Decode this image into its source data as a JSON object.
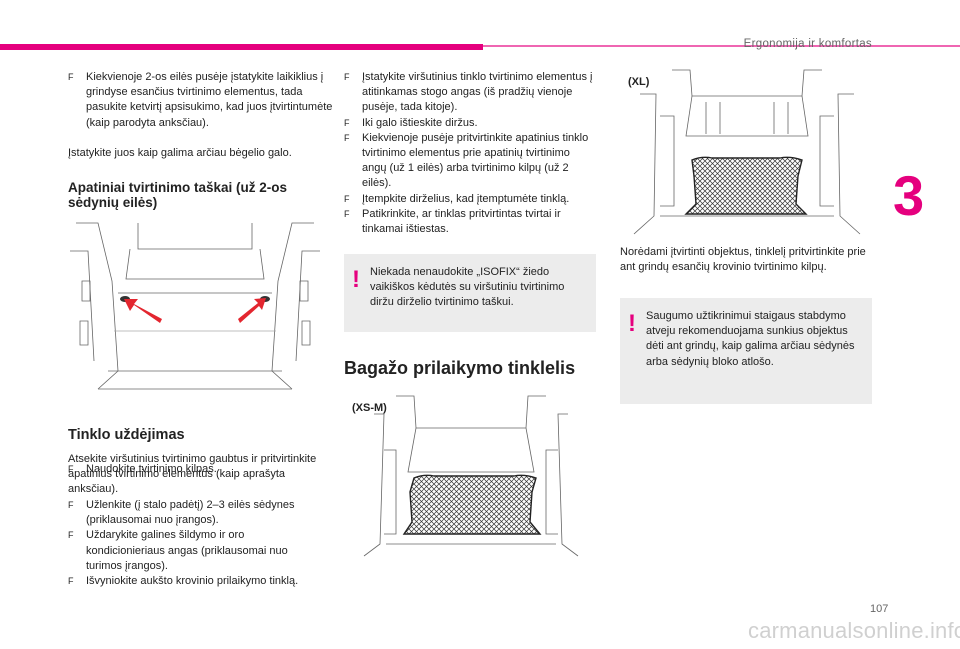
{
  "header": {
    "section_title": "Ergonomija ir komfortas",
    "chapter": "3"
  },
  "footer": {
    "page_number": "107",
    "watermark": "carmanualsonline.info"
  },
  "col1": {
    "bullet1": "Kiekvienoje 2-os eilės pusėje įstatykite laikiklius į grindyse esančius tvirtinimo elementus, tada pasukite ketvirtį apsisukimo, kad juos įtvirtintumėte (kaip parodyta anksčiau).",
    "para1": "Įstatykite juos kaip galima arčiau bėgelio galo.",
    "heading1": "Apatiniai tvirtinimo taškai (už 2-os sėdynių eilės)",
    "bullet2": "Naudokite tvirtinimo kilpas.",
    "heading2": "Tinklo uždėjimas",
    "para2": "Atsekite viršutinius tvirtinimo gaubtus ir pritvirtinkite apatinius tvirtinimo elementus (kaip aprašyta anksčiau).",
    "bullets": [
      "Užlenkite (į stalo padėtį) 2–3 eilės sėdynes (priklausomai nuo įrangos).",
      "Uždarykite galines šildymo ir oro kondicionieriaus angas (priklausomai nuo turimos įrangos).",
      "Išvyniokite aukšto krovinio prilaikymo tinklą."
    ]
  },
  "col2": {
    "bullets": [
      "Įstatykite viršutinius tinklo tvirtinimo elementus į atitinkamas stogo angas (iš pradžių vienoje pusėje, tada kitoje).",
      "Iki galo ištieskite diržus.",
      "Kiekvienoje pusėje pritvirtinkite apatinius tinklo tvirtinimo elementus prie apatinių tvirtinimo angų (už 1 eilės) arba tvirtinimo kilpų (už 2 eilės).",
      "Įtempkite dirželius, kad įtemptumėte tinklą.",
      "Patikrinkite, ar tinklas pritvirtintas tvirtai ir tinkamai ištiestas."
    ],
    "warning": "Niekada nenaudokite „ISOFIX“ žiedo vaikiškos kėdutės su viršutiniu tvirtinimo diržu dirželio tvirtinimo taškui.",
    "heading": "Bagažo prilaikymo tinklelis",
    "figure_label": "(XS-M)"
  },
  "col3": {
    "figure_label": "(XL)",
    "para": "Norėdami įtvirtinti objektus, tinklelį pritvirtinkite prie ant grindų esančių krovinio tvirtinimo kilpų.",
    "warning": "Saugumo užtikrinimui staigaus stabdymo atveju rekomenduojama sunkius objektus dėti ant grindų, kaip galima arčiau sėdynės arba sėdynių bloko atlošo."
  },
  "symbols": {
    "bullet_glyph": "F",
    "warning_glyph": "!"
  },
  "colors": {
    "accent": "#e5007e",
    "warning_bg": "#ececec",
    "arrow": "#e3262f"
  }
}
